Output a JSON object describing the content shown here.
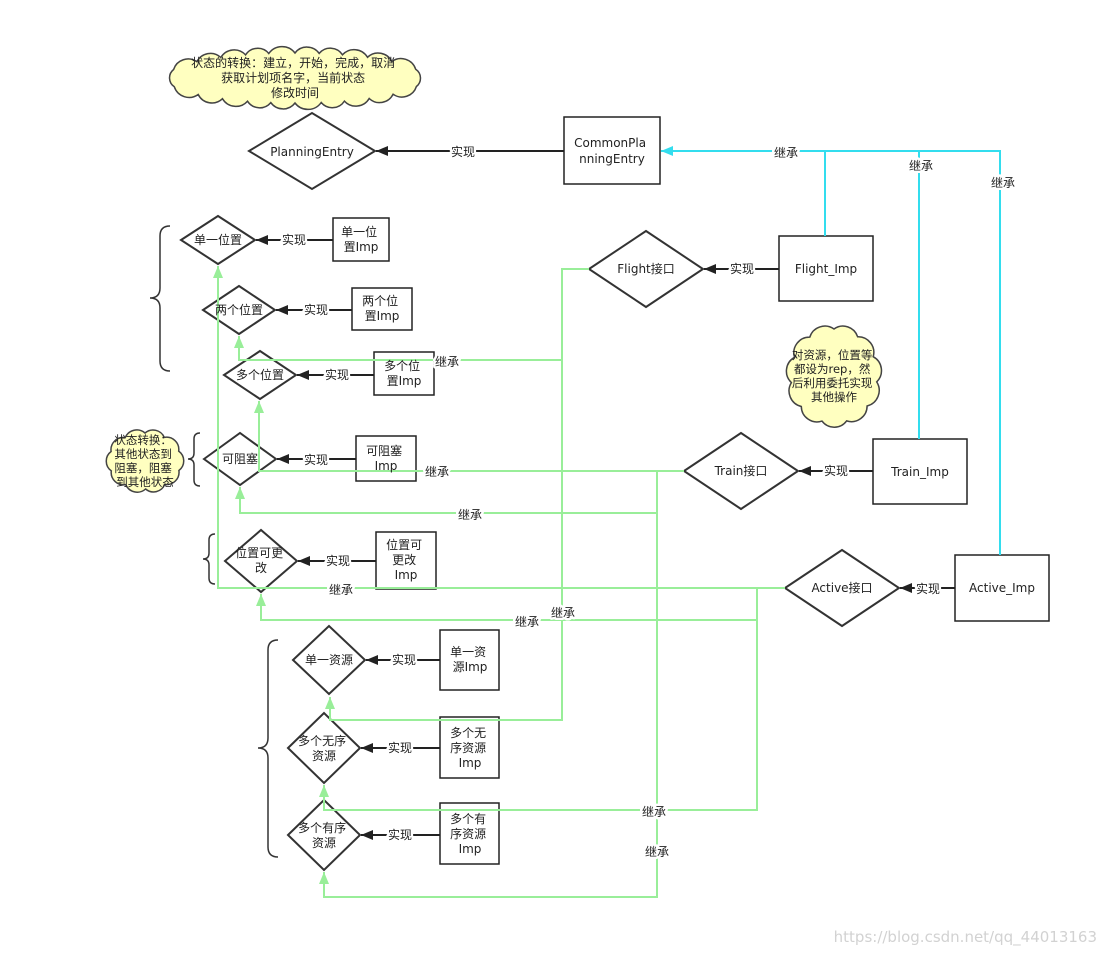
{
  "notes": {
    "state_transition": [
      "状态的转换：建立，开始，完成，取消",
      "获取计划项名字，当前状态",
      "修改时间"
    ],
    "blocking_transition": [
      "状态转换：",
      "其他状态到",
      "阻塞，阻塞",
      "到其他状态"
    ],
    "delegation": [
      "对资源，位置等",
      "都设为rep，然",
      "后利用委托实现",
      "其他操作"
    ]
  },
  "interfaces": {
    "planning_entry": [
      "PlanningEntry"
    ],
    "single_location": [
      "单一位置"
    ],
    "two_locations": [
      "两个位置"
    ],
    "multiple_locations": [
      "多个位置"
    ],
    "blockable": [
      "可阻塞"
    ],
    "location_changeable": [
      "位置可更",
      "改"
    ],
    "single_resource": [
      "单一资源"
    ],
    "multiple_unordered_resources": [
      "多个无序",
      "资源"
    ],
    "multiple_ordered_resources": [
      "多个有序",
      "资源"
    ],
    "flight": [
      "Flight接口"
    ],
    "train": [
      "Train接口"
    ],
    "active": [
      "Active接口"
    ]
  },
  "classes": {
    "common_planning_entry": [
      "CommonPla",
      "nningEntry"
    ],
    "single_location_imp": [
      "单一位",
      "置Imp"
    ],
    "two_locations_imp": [
      "两个位",
      "置Imp"
    ],
    "multiple_locations_imp": [
      "多个位",
      "置Imp"
    ],
    "blockable_imp": [
      "可阻塞",
      "Imp"
    ],
    "location_changeable_imp": [
      "位置可",
      "更改",
      "Imp"
    ],
    "single_resource_imp": [
      "单一资",
      "源Imp"
    ],
    "multiple_unordered_resources_imp": [
      "多个无",
      "序资源",
      "Imp"
    ],
    "multiple_ordered_resources_imp": [
      "多个有",
      "序资源",
      "Imp"
    ],
    "flight_imp": [
      "Flight_Imp"
    ],
    "train_imp": [
      "Train_Imp"
    ],
    "active_imp": [
      "Active_Imp"
    ]
  },
  "edges": {
    "realize": "实现",
    "inherit": "继承"
  },
  "colors": {
    "note_fill": "#ffffc0",
    "inherit_green": "#99ee99",
    "inherit_cyan": "#33ddee",
    "ink": "#222222"
  },
  "watermark": "https://blog.csdn.net/qq_44013163"
}
